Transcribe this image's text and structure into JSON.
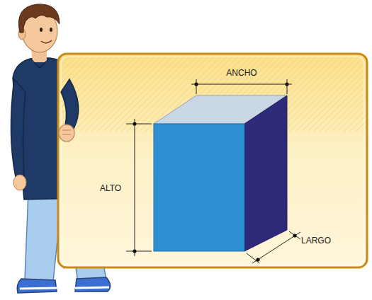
{
  "diagram": {
    "labels": [
      "ANCHO",
      "ALTO",
      "LARGO"
    ]
  }
}
